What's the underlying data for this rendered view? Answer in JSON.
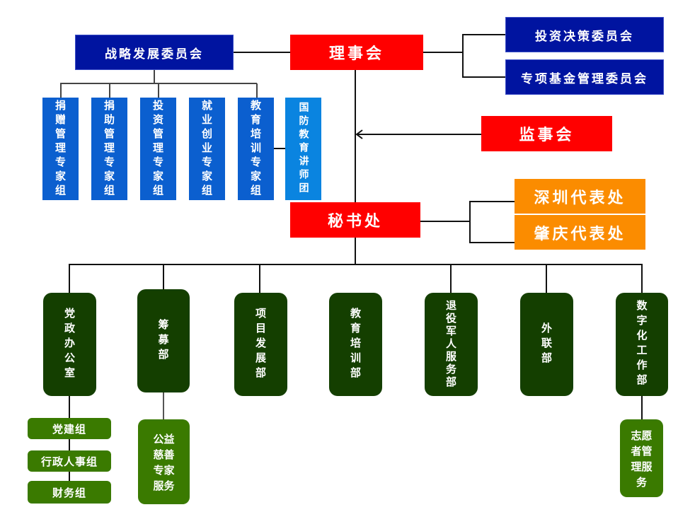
{
  "board": {
    "label": "理事会"
  },
  "strategy_committee": {
    "label": "战略发展委员会"
  },
  "right_committees": [
    {
      "label": "投资决策委员会"
    },
    {
      "label": "专项基金管理委员会"
    }
  ],
  "expert_groups": [
    {
      "label": "捐赠管理专家组"
    },
    {
      "label": "捐助管理专家组"
    },
    {
      "label": "投资管理专家组"
    },
    {
      "label": "就业创业专家组"
    },
    {
      "label": "教育培训专家组"
    },
    {
      "label": "国防教育讲师团"
    }
  ],
  "supervisory_board": {
    "label": "监事会"
  },
  "secretariat": {
    "label": "秘书处"
  },
  "representative_offices": [
    {
      "label": "深圳代表处"
    },
    {
      "label": "肇庆代表处"
    }
  ],
  "departments": [
    {
      "label": "党政办公室"
    },
    {
      "label": "筹募部"
    },
    {
      "label": "项目发展部"
    },
    {
      "label": "教育培训部"
    },
    {
      "label": "退役军人服务部"
    },
    {
      "label": "外联部"
    },
    {
      "label": "数字化工作部"
    }
  ],
  "party_office_groups": [
    {
      "label": "党建组"
    },
    {
      "label": "行政人事组"
    },
    {
      "label": "财务组"
    }
  ],
  "fundraising_sub": {
    "label": "公益慈善专家服务"
  },
  "digital_sub": {
    "label": "志愿者管理服务"
  },
  "colors": {
    "navy": "#0014a0",
    "red": "#ff0000",
    "orange": "#fb8c00",
    "expert_blue": "#0b5fcf",
    "lecturer_blue": "#0a84e0",
    "dept_green": "#143f00",
    "sub_green": "#3a7a00"
  }
}
